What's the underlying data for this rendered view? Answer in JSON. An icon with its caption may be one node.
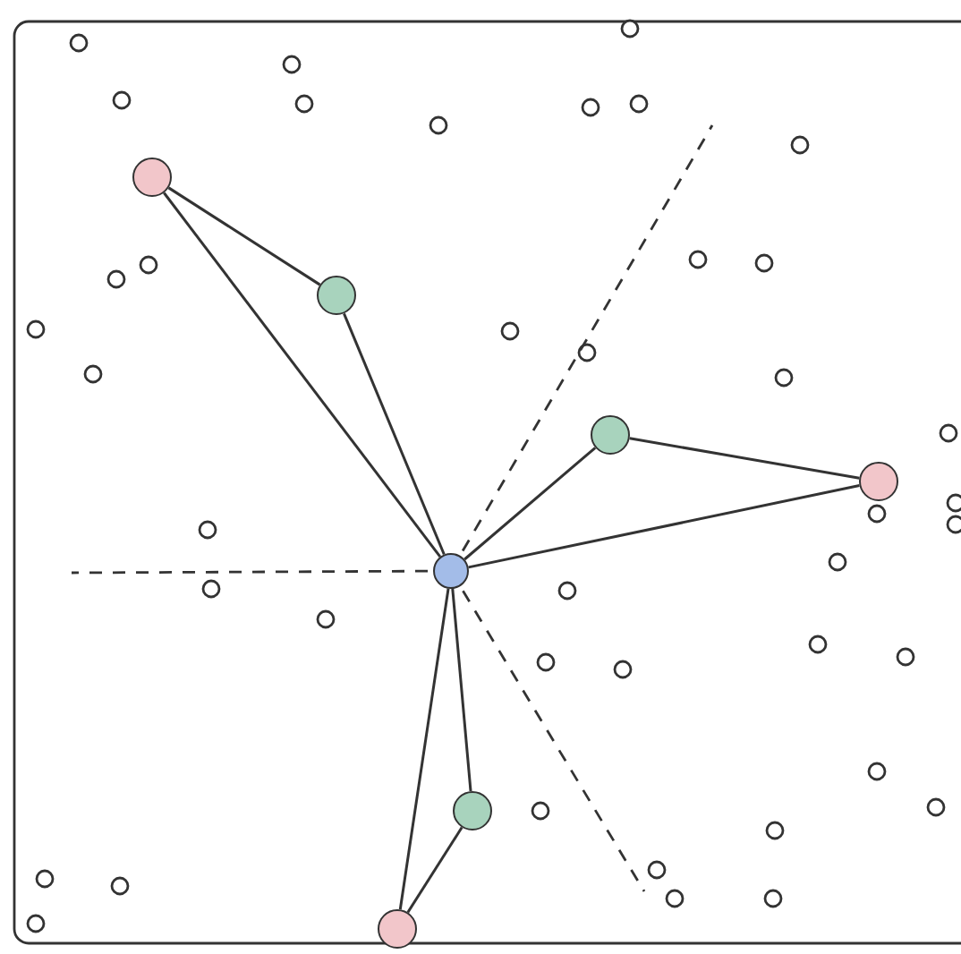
{
  "diagram": {
    "nodes": [
      {
        "text": [],
        "shape": "circle"
      },
      {
        "text": [],
        "shape": "circle"
      },
      {
        "text": [],
        "shape": "circle"
      },
      {
        "text": [],
        "shape": "circle"
      },
      {
        "text": [],
        "shape": "circle"
      },
      {
        "text": [],
        "shape": "circle"
      },
      {
        "text": [],
        "shape": "circle"
      }
    ],
    "edges": [
      {
        "from": 0,
        "to": 1,
        "arrow": "none"
      },
      {
        "from": 0,
        "to": 4,
        "arrow": "none"
      },
      {
        "from": 1,
        "to": 4,
        "arrow": "none"
      },
      {
        "from": 2,
        "to": 4,
        "arrow": "none"
      },
      {
        "from": 2,
        "to": 3,
        "arrow": "none"
      },
      {
        "from": 3,
        "to": 4,
        "arrow": "none"
      },
      {
        "from": 4,
        "to": 5,
        "arrow": "none"
      },
      {
        "from": 4,
        "to": 6,
        "arrow": "none"
      },
      {
        "from": 5,
        "to": 6,
        "arrow": "none"
      }
    ]
  }
}
